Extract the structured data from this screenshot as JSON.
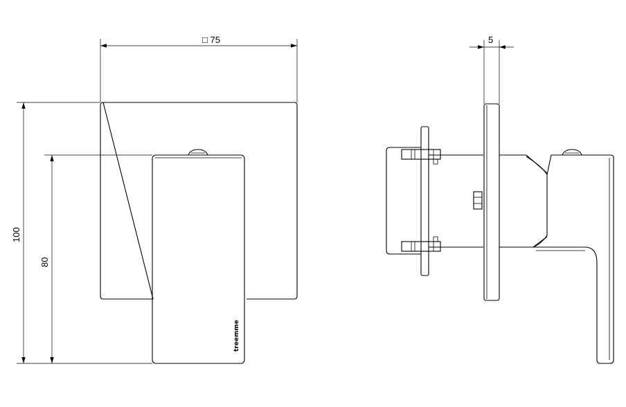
{
  "dimensions": {
    "width_label": "□ 75",
    "height_total_label": "100",
    "height_handle_label": "80",
    "plate_thickness_label": "5"
  },
  "brand_text": "treemme",
  "colors": {
    "line": "#000000",
    "background": "#ffffff"
  }
}
